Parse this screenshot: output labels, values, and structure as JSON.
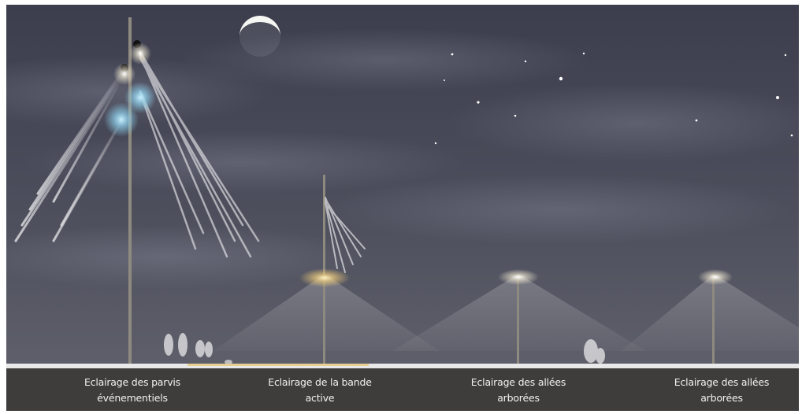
{
  "captions": [
    {
      "line1": "Eclairage des parvis",
      "line2": "événementiels"
    },
    {
      "line1": "Eclairage de la bande",
      "line2": "active"
    },
    {
      "line1": "Eclairage des allées",
      "line2": "arborées"
    },
    {
      "line1": "Eclairage des allées",
      "line2": "arborées"
    }
  ],
  "colors": {
    "sky_top": "#3c3e4e",
    "sky_bottom": "#5b5c68",
    "caption_bar": "#3f3d3c",
    "caption_text": "#f1f1f1",
    "warm_light": "#e8c77a",
    "cool_light": "#8fd2ee",
    "pole": "#8f8a80"
  },
  "icons": [
    "moon-icon",
    "star-icon",
    "street-lamp-icon",
    "pedestrian-silhouette-icon",
    "dog-silhouette-icon"
  ]
}
